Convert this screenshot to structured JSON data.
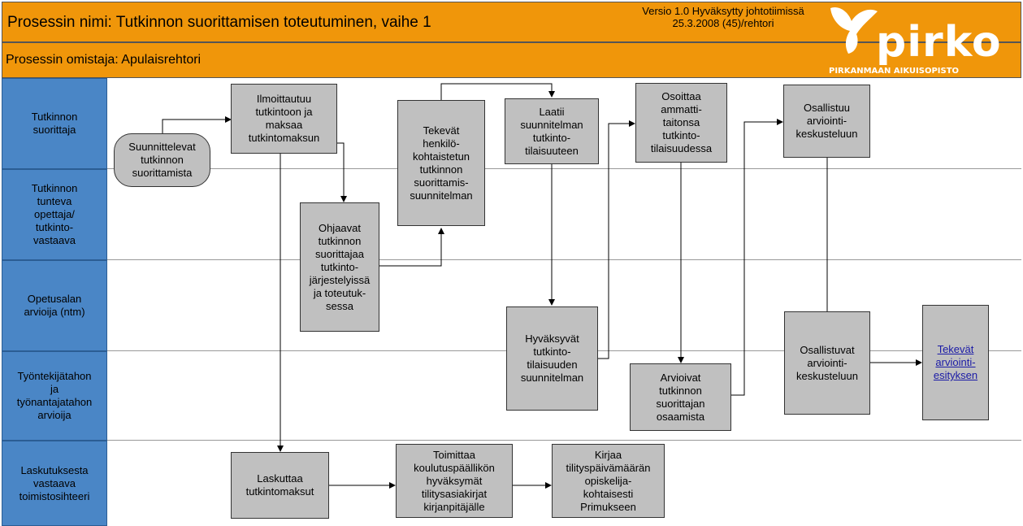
{
  "header": {
    "title": "Prosessin nimi: Tutkinnon suorittamisen toteutuminen, vaihe 1",
    "owner": "Prosessin omistaja: Apulaisrehtori",
    "version_line1": "Versio 1.0 Hyväksytty  johtotiimissä",
    "version_line2": "25.3.2008 (45)/rehtori"
  },
  "logo": {
    "wordmark": "pirko",
    "subtitle": "PIRKANMAAN AIKUISOPISTO"
  },
  "lanes": [
    {
      "label": "Tutkinnon\nsuorittaja"
    },
    {
      "label": "Tutkinnon\ntunteva\nopettaja/\ntutkinto-\nvastaava"
    },
    {
      "label": "Opetusalan\narvioija (ntm)"
    },
    {
      "label": "Työntekijätahon\nja\ntyönantajatahon\narvioija"
    },
    {
      "label": "Laskutuksesta\nvastaava\ntoimistosihteeri"
    }
  ],
  "steps": {
    "start": "Suunnittelevat\ntutkinnon\nsuorittamista",
    "ilmoittautuu": "Ilmoittautuu\ntutkintoon ja\nmaksaa\ntutkintomaksun",
    "ohjaavat": "Ohjaavat\ntutkinnon\nsuorittajaa\ntutkinto-\njärjestelyissä\nja toteutuk-\nsessa",
    "tekevat_suunnitelman": "Tekevät\nhenkilö-\nkohtaistetun\ntutkinnon\nsuorittamis-\nsuunnitelman",
    "laatii": "Laatii\nsuunnitelman\ntutkinto-\ntilaisuuteen",
    "hyvaksyvat": "Hyväksyvät\ntutkinto-\ntilaisuuden\nsuunnitelman",
    "osoittaa": "Osoittaa\nammatti-\ntaitonsa\ntutkinto-\ntilaisuudessa",
    "arvioivat": "Arvioivat\ntutkinnon\nsuorittajan\nosaamista",
    "osallistuu": "Osallistuu\narviointi-\nkeskusteluun",
    "osallistuvat": "Osallistuvat\narviointi-\nkeskusteluun",
    "tekevat_esityksen": "Tekevät\narviointi-\nesityksen",
    "laskuttaa": "Laskuttaa\ntutkintomaksut",
    "toimittaa": "Toimittaa\nkoulutuspäällikön\nhyväksymät\ntilitysasiakirjat\nkirjanpitäjälle",
    "kirjaa": "Kirjaa\ntilityspäivämäärän\nopiskelija-\nkohtaisesti\nPrimukseen"
  },
  "colors": {
    "header_bg": "#f0960a",
    "lane_label_bg": "#4a86c6",
    "box_bg": "#c0c0c0",
    "link": "#1a1aa6"
  }
}
